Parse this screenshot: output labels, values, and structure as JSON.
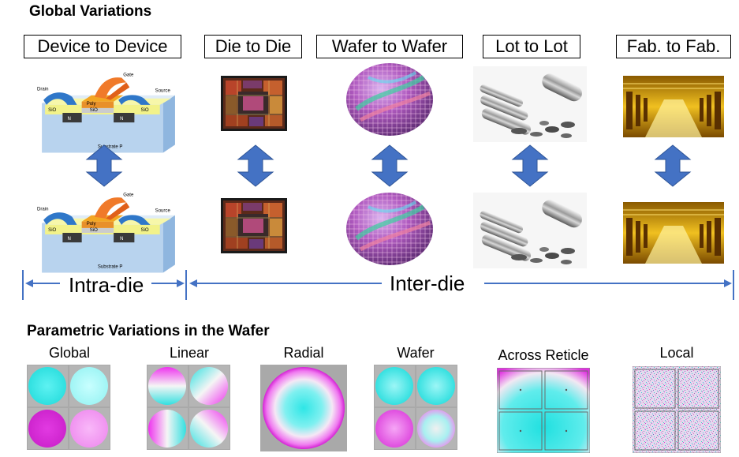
{
  "global_heading": "Global Variations",
  "categories": [
    {
      "label": "Device to Device",
      "icon": "transistor-diagram-icon"
    },
    {
      "label": "Die to Die",
      "icon": "die-chip-icon"
    },
    {
      "label": "Wafer to Wafer",
      "icon": "wafer-icon"
    },
    {
      "label": "Lot to Lot",
      "icon": "silicon-ingots-icon"
    },
    {
      "label": "Fab. to Fab.",
      "icon": "fab-cleanroom-icon"
    }
  ],
  "transistor_labels": {
    "gate": "Gate",
    "drain": "Drain",
    "source": "Source",
    "sio2_left": "SiO",
    "sio2_mid": "SiO",
    "sio2_right": "SiO",
    "poly": "Poly",
    "n_left": "N",
    "n_right": "N",
    "substrate": "Substrate P"
  },
  "scope": {
    "intra": "Intra-die",
    "inter": "Inter-die"
  },
  "parametric_heading": "Parametric Variations in the Wafer",
  "patterns": [
    {
      "label": "Global"
    },
    {
      "label": "Linear"
    },
    {
      "label": "Radial"
    },
    {
      "label": "Wafer"
    },
    {
      "label": "Across Reticle"
    },
    {
      "label": "Local"
    }
  ],
  "colors": {
    "arrow_blue": "#4472c4",
    "cyan": "#2ee6e6",
    "magenta": "#e633e6",
    "gray_bg": "#a7a7a7"
  }
}
